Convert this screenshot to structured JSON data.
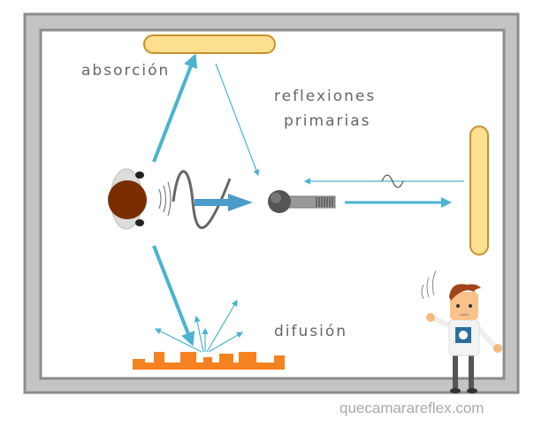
{
  "labels": {
    "absorption": "absorción",
    "reflections_line1": "reflexiones",
    "reflections_line2": "primarias",
    "diffusion": "difusión"
  },
  "watermark": "quecamarareflex.com",
  "colors": {
    "arrow": "#4ab3d0",
    "absorber_fill": "#fde08f",
    "absorber_stroke": "#c8902a",
    "diffuser": "#f58220",
    "wall": "#c4c4c4",
    "head": "#7a2e00"
  }
}
